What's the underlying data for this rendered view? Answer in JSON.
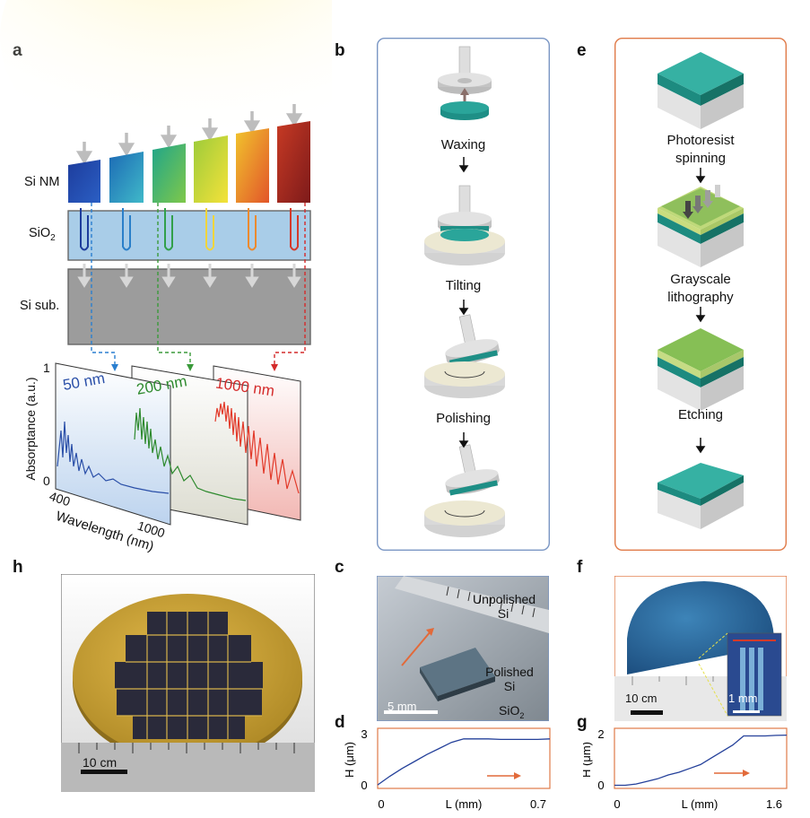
{
  "panels": {
    "a": {
      "label": "a",
      "layers": {
        "si_nm": "Si NM",
        "sio2": "SiO",
        "sio2_sub": "2",
        "si_sub": "Si sub."
      },
      "insets": [
        {
          "text": "50 nm",
          "color": "#2a4fa8"
        },
        {
          "text": "200 nm",
          "color": "#2e8a2e"
        },
        {
          "text": "1000 nm",
          "color": "#d42a2a"
        }
      ],
      "ylabel": "Absorptance (a.u.)",
      "y_tick_top": "1",
      "y_tick_bottom": "0",
      "x_tick_left": "400",
      "x_tick_right": "1000",
      "xlabel": "Wavelength (nm)"
    },
    "b": {
      "label": "b",
      "steps": [
        "Waxing",
        "Tilting",
        "Polishing"
      ]
    },
    "e": {
      "label": "e",
      "steps": [
        "Photoresist\nspinning",
        "Grayscale\nlithography",
        "Etching"
      ],
      "step1_line1": "Photoresist",
      "step1_line2": "spinning",
      "step2_line1": "Grayscale",
      "step2_line2": "lithography",
      "step3": "Etching"
    },
    "h": {
      "label": "h",
      "scale": "10 cm"
    },
    "c": {
      "label": "c",
      "unpolished_1": "Unpolished",
      "unpolished_2": "Si",
      "polished_1": "Polished",
      "polished_2": "Si",
      "sio2": "SiO",
      "sio2_sub": "2",
      "scale": "5 mm"
    },
    "d": {
      "label": "d",
      "ylabel": "H (μm)",
      "xlabel": "L (mm)",
      "y_ticks": [
        "3",
        "0"
      ],
      "x_ticks": [
        "0",
        "0.7"
      ]
    },
    "f": {
      "label": "f",
      "scale_main": "10 cm",
      "scale_inset": "1 mm"
    },
    "g": {
      "label": "g",
      "ylabel": "H (μm)",
      "xlabel": "L (mm)",
      "y_ticks": [
        "2",
        "0"
      ],
      "x_ticks": [
        "0",
        "1.6"
      ]
    }
  },
  "colors": {
    "frame_blue": "#7a96c4",
    "frame_orange": "#e07a48",
    "teal": "#2aa59a",
    "curve": "#24409a",
    "arrow_orange": "#e26a3a"
  },
  "chart_data": [
    {
      "type": "line",
      "panel": "d",
      "xlabel": "L (mm)",
      "ylabel": "H (μm)",
      "xlim": [
        0,
        0.7
      ],
      "ylim": [
        0,
        3
      ],
      "x": [
        0,
        0.05,
        0.1,
        0.15,
        0.2,
        0.25,
        0.3,
        0.35,
        0.4,
        0.45,
        0.5,
        0.55,
        0.6,
        0.65,
        0.7
      ],
      "y": [
        0.1,
        0.6,
        1.05,
        1.45,
        1.85,
        2.2,
        2.55,
        2.75,
        2.75,
        2.75,
        2.72,
        2.72,
        2.72,
        2.72,
        2.75
      ]
    },
    {
      "type": "line",
      "panel": "g",
      "xlabel": "L (mm)",
      "ylabel": "H (μm)",
      "xlim": [
        0,
        1.6
      ],
      "ylim": [
        0,
        2
      ],
      "x": [
        0,
        0.1,
        0.2,
        0.3,
        0.4,
        0.5,
        0.6,
        0.7,
        0.8,
        0.9,
        1.0,
        1.1,
        1.2,
        1.3,
        1.4,
        1.5,
        1.6
      ],
      "y": [
        0.05,
        0.05,
        0.1,
        0.2,
        0.3,
        0.45,
        0.55,
        0.7,
        0.85,
        1.1,
        1.35,
        1.6,
        1.95,
        1.95,
        1.95,
        1.97,
        1.98
      ]
    }
  ]
}
